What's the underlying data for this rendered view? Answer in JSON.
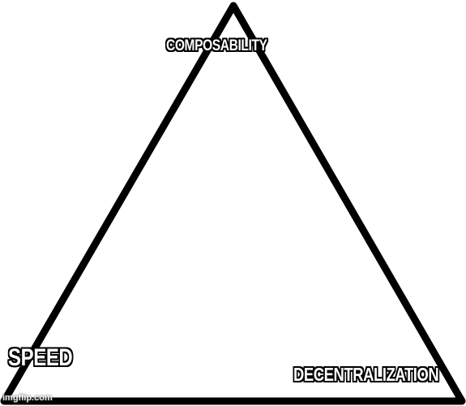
{
  "triangle": {
    "vertices": {
      "top": "COMPOSABILITY",
      "left": "SPEED",
      "right": "DECENTRALIZATION"
    },
    "stroke_color": "#000000",
    "fill_color": "#ffffff"
  },
  "watermark": {
    "text": "imgflip.com"
  },
  "colors": {
    "background": "#ffffff",
    "label_text": "#ffffff",
    "label_outline": "#000000"
  }
}
